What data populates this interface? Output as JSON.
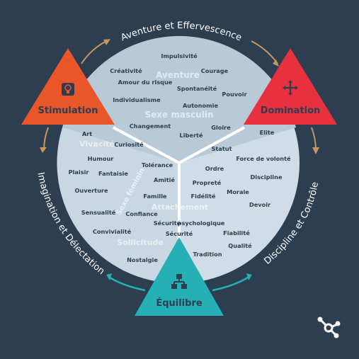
{
  "top_arc_label": "Aventure et Effervescence",
  "left_arc_label": "Imagination et Délectation",
  "right_arc_label": "Discipline et Contrôle",
  "triangles": {
    "stimulation": {
      "label": "Stimulation",
      "color": "#e8562a",
      "icon": "lightbulb-icon"
    },
    "domination": {
      "label": "Domination",
      "color": "#e8303f",
      "icon": "move-arrows-icon"
    },
    "equilibre": {
      "label": "Équilibre",
      "color": "#25b0b5",
      "icon": "hierarchy-icon"
    }
  },
  "top_section": {
    "watermarks": [
      "Aventure",
      "Sexe masculin"
    ],
    "words": [
      "Impulsivité",
      "Créativité",
      "Courage",
      "Amour du risque",
      "Spontanéité",
      "Pouvoir",
      "Individualisme",
      "Autonomie",
      "Changement",
      "Liberté",
      "Gloire"
    ]
  },
  "left_section": {
    "watermarks": [
      "Vivacité",
      "Sexe féminin",
      "Sollicitude"
    ],
    "words": [
      "Art",
      "Curiosité",
      "Humour",
      "Plaisir",
      "Fantaisie",
      "Ouverture",
      "Sensualité",
      "Convivialité",
      "Nostalgie"
    ]
  },
  "center_words": [
    "Tolérance",
    "Amitié",
    "Famille",
    "Confiance",
    "Sécurité",
    "Sécurité",
    "psychologique",
    "Attachement"
  ],
  "right_section": {
    "words": [
      "Elite",
      "Statut",
      "Force de volonté",
      "Ordre",
      "Discipline",
      "Propreté",
      "Fidélité",
      "Morale",
      "Devoir",
      "Fiabilité",
      "Qualité",
      "Tradition"
    ]
  },
  "colors": {
    "background": "#2d3e50",
    "circle": "#cfdce6",
    "circle_top": "#b7c8d6",
    "text": "#2d3e50"
  }
}
